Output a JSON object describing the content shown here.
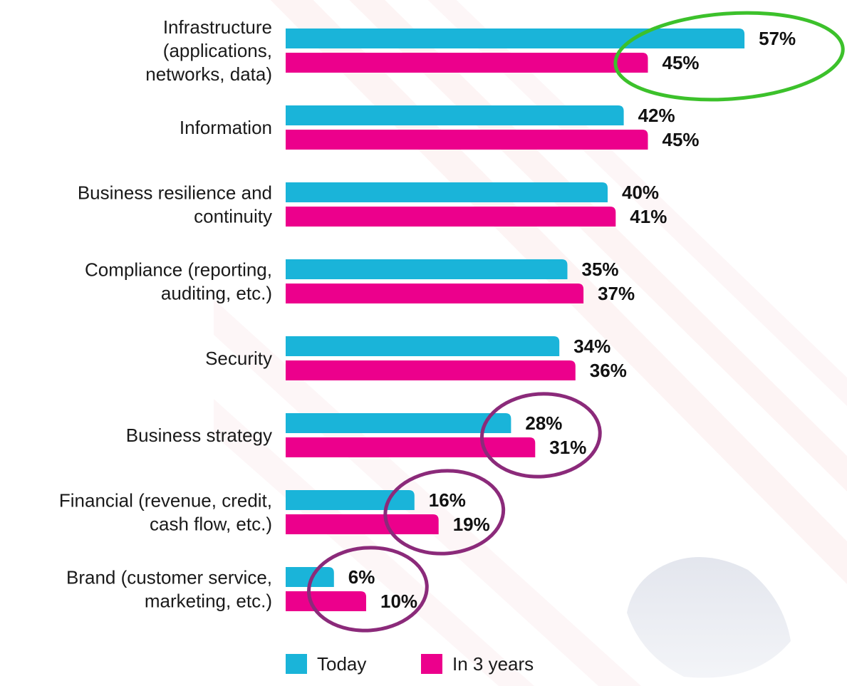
{
  "chart_data": {
    "type": "bar",
    "orientation": "horizontal",
    "categories": [
      [
        "Infrastructure",
        "(applications,",
        "networks, data)"
      ],
      [
        "Information"
      ],
      [
        "Business resilience and",
        "continuity"
      ],
      [
        "Compliance (reporting,",
        "auditing, etc.)"
      ],
      [
        "Security"
      ],
      [
        "Business strategy"
      ],
      [
        "Financial (revenue, credit,",
        "cash flow, etc.)"
      ],
      [
        "Brand (customer service,",
        "marketing, etc.)"
      ]
    ],
    "series": [
      {
        "name": "Today",
        "color": "#1ab4d9",
        "values": [
          57,
          42,
          40,
          35,
          34,
          28,
          16,
          6
        ],
        "labels": [
          "57%",
          "42%",
          "40%",
          "35%",
          "34%",
          "28%",
          "16%",
          "6%"
        ]
      },
      {
        "name": "In 3 years",
        "color": "#ec008c",
        "values": [
          45,
          45,
          41,
          37,
          36,
          31,
          19,
          10
        ],
        "labels": [
          "45%",
          "45%",
          "41%",
          "37%",
          "36%",
          "31%",
          "19%",
          "10%"
        ]
      }
    ],
    "xlim": [
      0,
      100
    ],
    "grid": false,
    "legend": "bottom",
    "highlights": [
      {
        "category_index": 0,
        "color": "#3cc12b"
      },
      {
        "category_index": 5,
        "color": "#8b2a7a"
      },
      {
        "category_index": 6,
        "color": "#8b2a7a"
      },
      {
        "category_index": 7,
        "color": "#8b2a7a"
      }
    ]
  }
}
